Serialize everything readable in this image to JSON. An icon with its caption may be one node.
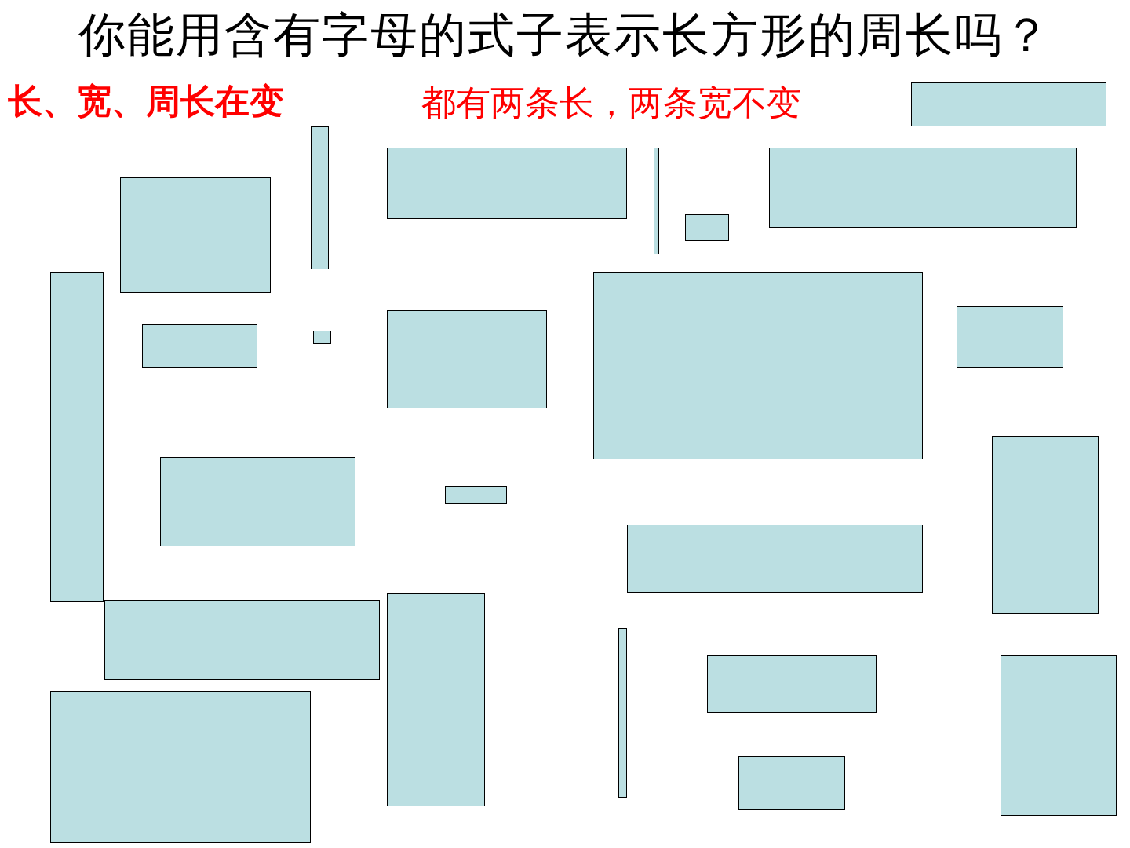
{
  "diagram": {
    "title": "你能用含有字母的式子表示长方形的周长吗？",
    "labels": [
      "长、宽、周长在变",
      "都有两条长，两条宽不变"
    ],
    "nodes": [
      {
        "text": [],
        "shape": "box"
      },
      {
        "text": [],
        "shape": "box"
      },
      {
        "text": [],
        "shape": "box"
      },
      {
        "text": [],
        "shape": "box"
      },
      {
        "text": [],
        "shape": "box"
      },
      {
        "text": [],
        "shape": "box"
      },
      {
        "text": [],
        "shape": "box"
      },
      {
        "text": [],
        "shape": "box"
      },
      {
        "text": [],
        "shape": "box"
      },
      {
        "text": [],
        "shape": "box"
      },
      {
        "text": [],
        "shape": "box"
      },
      {
        "text": [],
        "shape": "box"
      },
      {
        "text": [],
        "shape": "box"
      },
      {
        "text": [],
        "shape": "box"
      },
      {
        "text": [],
        "shape": "box"
      },
      {
        "text": [],
        "shape": "box"
      },
      {
        "text": [],
        "shape": "box"
      },
      {
        "text": [],
        "shape": "box"
      },
      {
        "text": [],
        "shape": "box"
      },
      {
        "text": [],
        "shape": "box"
      },
      {
        "text": [],
        "shape": "box"
      },
      {
        "text": [],
        "shape": "box"
      },
      {
        "text": [],
        "shape": "box"
      },
      {
        "text": [],
        "shape": "box"
      }
    ]
  }
}
